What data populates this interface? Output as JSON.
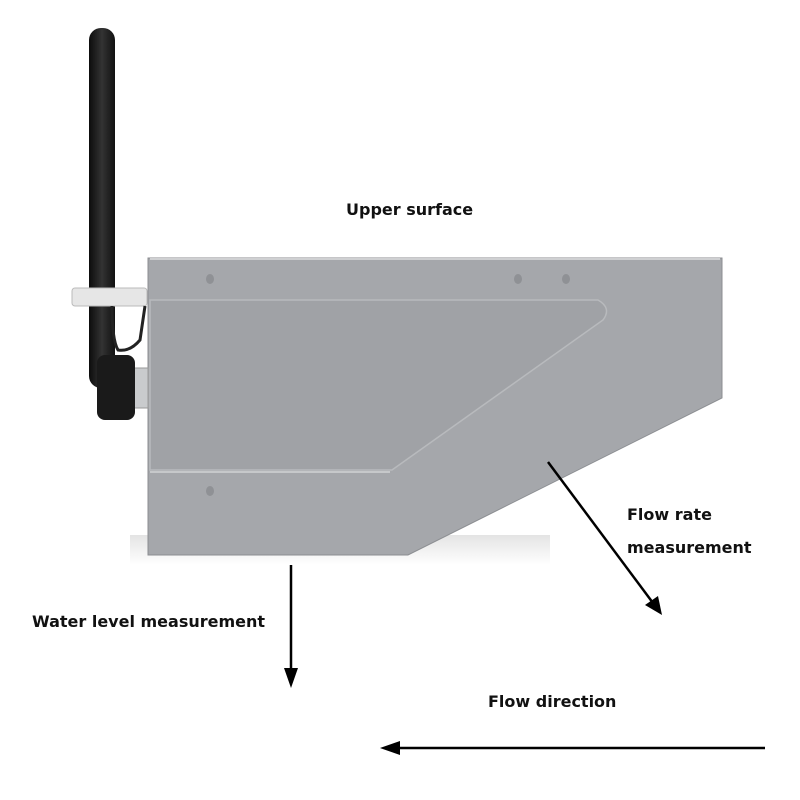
{
  "labels": {
    "upper_surface": "Upper surface",
    "flow_rate_line1": "Flow rate",
    "flow_rate_line2": "measurement",
    "water_level": "Water level measurement",
    "flow_direction": "Flow direction"
  },
  "colors": {
    "body": "#a4a6aa",
    "panel": "#9fa1a5",
    "antenna": "#1c1c1c",
    "arrow": "#000000"
  }
}
